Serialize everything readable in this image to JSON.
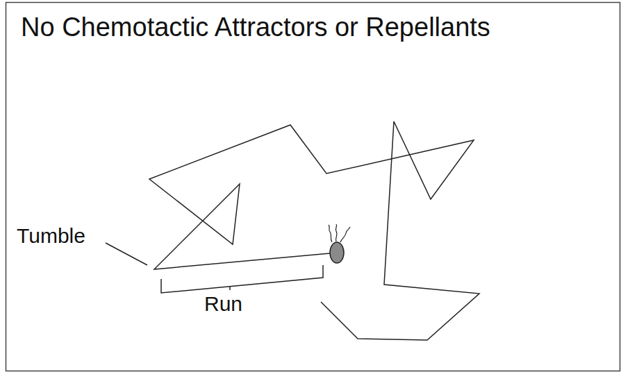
{
  "diagram": {
    "title": "No Chemotactic Attractors or Repellants",
    "labels": [
      "Tumble",
      "Run"
    ]
  }
}
